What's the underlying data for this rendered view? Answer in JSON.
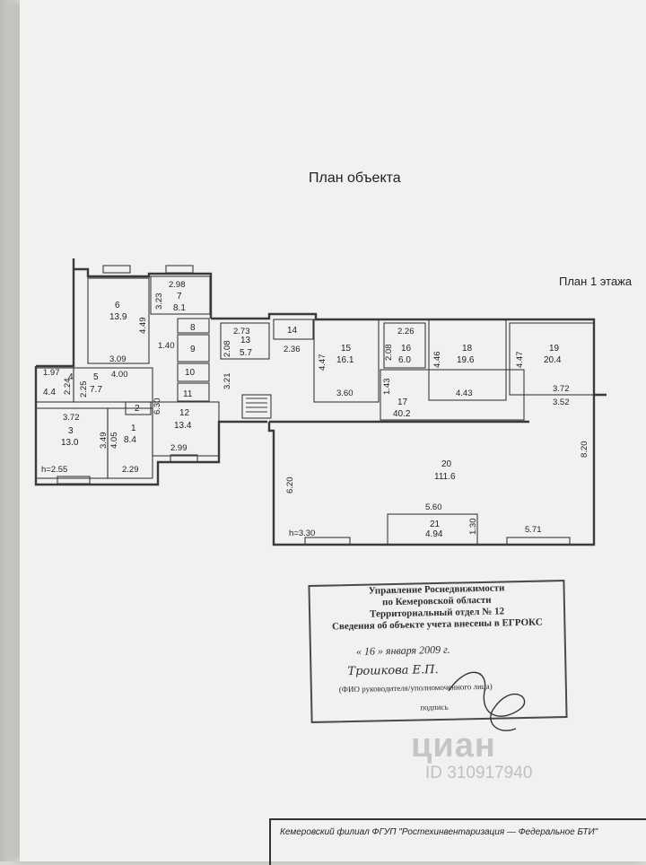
{
  "header": {
    "title": "План объекта",
    "floor": "План 1 этажа"
  },
  "rooms": [
    {
      "id": "room-1",
      "num": "1",
      "area": "8.4"
    },
    {
      "id": "room-2",
      "num": "2",
      "area": ""
    },
    {
      "id": "room-3",
      "num": "3",
      "area": "13.0"
    },
    {
      "id": "room-4",
      "num": "4",
      "area": "4.4"
    },
    {
      "id": "room-5",
      "num": "5",
      "area": "7.7"
    },
    {
      "id": "room-6",
      "num": "6",
      "area": "13.9"
    },
    {
      "id": "room-7",
      "num": "7",
      "area": "8.1"
    },
    {
      "id": "room-8",
      "num": "8",
      "area": ""
    },
    {
      "id": "room-9",
      "num": "9",
      "area": ""
    },
    {
      "id": "room-10",
      "num": "10",
      "area": ""
    },
    {
      "id": "room-11",
      "num": "11",
      "area": ""
    },
    {
      "id": "room-12",
      "num": "12",
      "area": "13.4"
    },
    {
      "id": "room-13",
      "num": "13",
      "area": "5.7"
    },
    {
      "id": "room-14",
      "num": "14",
      "area": ""
    },
    {
      "id": "room-15",
      "num": "15",
      "area": "16.1"
    },
    {
      "id": "room-16",
      "num": "16",
      "area": "6.0"
    },
    {
      "id": "room-17",
      "num": "17",
      "area": "40.2"
    },
    {
      "id": "room-18",
      "num": "18",
      "area": "19.6"
    },
    {
      "id": "room-19",
      "num": "19",
      "area": "20.4"
    },
    {
      "id": "room-20",
      "num": "20",
      "area": "111.6"
    },
    {
      "id": "room-21",
      "num": "21",
      "area": "4.94"
    }
  ],
  "dimensions": [
    "2.98",
    "3.23",
    "4.49",
    "3.09",
    "1.40",
    "4.00",
    "1.97",
    "2.24",
    "2.25",
    "3.72",
    "3.49",
    "4.05",
    "2.29",
    "h=2.55",
    "6.30",
    "2.99",
    "2.73",
    "2.08",
    "3.21",
    "2.36",
    "4.47",
    "3.60",
    "2.26",
    "2.08",
    "1.43",
    "4.46",
    "4.43",
    "4.47",
    "3.72",
    "3.52",
    "8.20",
    "6.20",
    "5.60",
    "1.30",
    "5.71",
    "h=3.30"
  ],
  "stamp": {
    "line1": "Управление Роснедвижимости",
    "line2": "по Кемеровской области",
    "line3": "Территориальный отдел № 12",
    "line4": "Сведения об объекте учета внесены в ЕГРОКС",
    "date": "« 16 » января 2009 г.",
    "handwritten_name": "Трошкова Е.П.",
    "fio_caption": "(ФИО руководителя/уполномоченного лица)",
    "sign_caption": "подпись"
  },
  "watermark": {
    "brand": "циан",
    "id": "ID 310917940"
  },
  "footer": {
    "text": "Кемеровский филиал ФГУП \"Ростехинвентаризация — Федеральное БТИ\""
  }
}
